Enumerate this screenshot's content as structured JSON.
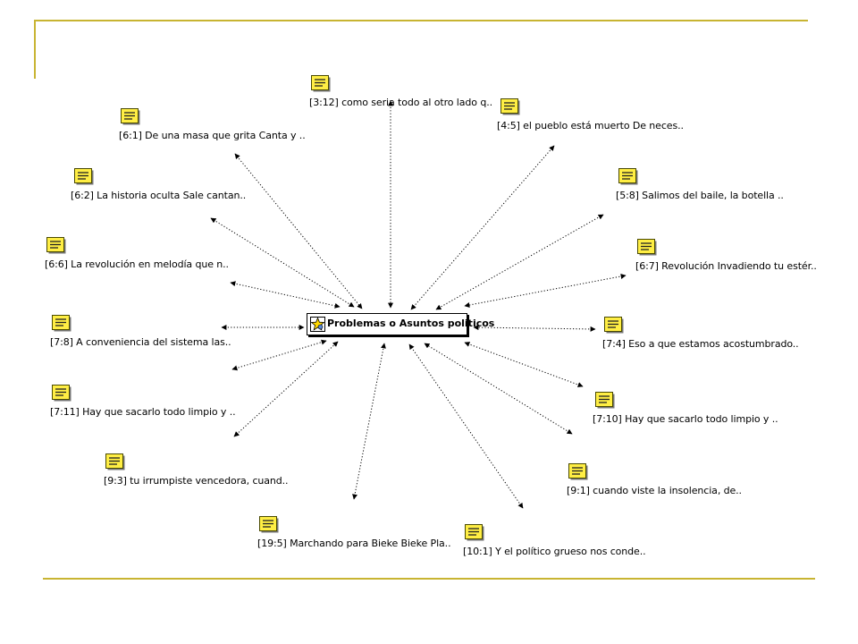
{
  "diagram": {
    "center": {
      "label": "Problemas o Asuntos politicos",
      "icon": "star-family-icon"
    },
    "quotations": [
      {
        "id": "q-3-12",
        "label": "[3:12] como seria todo al otro lado q.."
      },
      {
        "id": "q-4-5",
        "label": "[4:5] el pueblo está muerto De neces.."
      },
      {
        "id": "q-6-1",
        "label": "[6:1] De una masa que grita Canta y .."
      },
      {
        "id": "q-6-2",
        "label": "[6:2] La historia oculta Sale cantan.."
      },
      {
        "id": "q-5-8",
        "label": "[5:8] Salimos del baile, la botella .."
      },
      {
        "id": "q-6-6",
        "label": "[6:6] La revolución en melodía que n.."
      },
      {
        "id": "q-6-7",
        "label": "[6:7] Revolución Invadiendo tu estér.."
      },
      {
        "id": "q-7-8",
        "label": "[7:8] A conveniencia del sistema las.."
      },
      {
        "id": "q-7-4",
        "label": "[7:4] Eso a que estamos acostumbrado.."
      },
      {
        "id": "q-7-11",
        "label": "[7:11] Hay que sacarlo todo limpio y .."
      },
      {
        "id": "q-7-10",
        "label": "[7:10] Hay que sacarlo todo limpio y .."
      },
      {
        "id": "q-9-3",
        "label": "[9:3] tu irrumpiste vencedora, cuand.."
      },
      {
        "id": "q-9-1",
        "label": "[9:1] cuando viste la insolencia, de.."
      },
      {
        "id": "q-19-5",
        "label": "[19:5] Marchando para Bieke Bieke Pla.."
      },
      {
        "id": "q-10-1",
        "label": "[10:1] Y el político grueso nos conde.."
      }
    ],
    "quote_icon": "document-note-icon",
    "connector_style": "dotted-double-arrow"
  },
  "colors": {
    "frame_accent": "#c8b432",
    "note_fill": "#ffee44",
    "note_border": "#4a4a00",
    "edge": "#000000"
  }
}
